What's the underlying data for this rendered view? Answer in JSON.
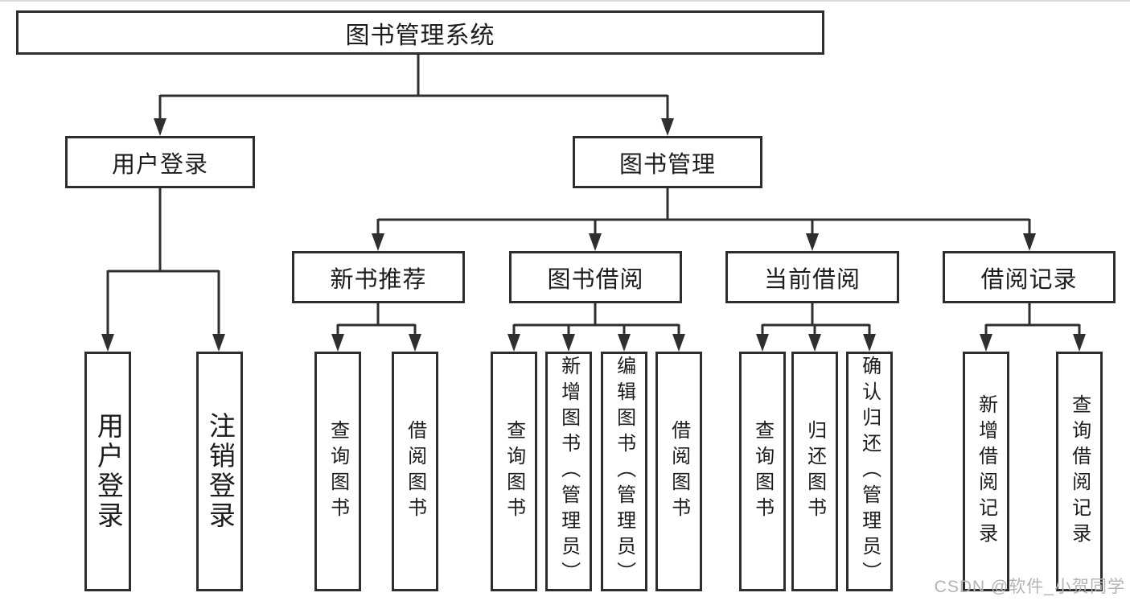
{
  "tree": {
    "root": "图书管理系统",
    "level2": [
      "用户登录",
      "图书管理"
    ],
    "level3": [
      "新书推荐",
      "图书借阅",
      "当前借阅",
      "借阅记录"
    ],
    "user_login_children": [
      "用户登录",
      "注销登录"
    ],
    "new_book_children": [
      "查询图书",
      "借阅图书"
    ],
    "book_borrow_children": [
      "查询图书",
      "新增图书（管理员）",
      "编辑图书（管理员）",
      "借阅图书"
    ],
    "current_borrow_children": [
      "查询图书",
      "归还图书",
      "确认归还（管理员）"
    ],
    "borrow_record_children": [
      "新增借阅记录",
      "查询借阅记录"
    ]
  },
  "watermark": "CSDN @软件_小贺同学",
  "colors": {
    "line": "#2f2f2f",
    "border": "#2d2d2d",
    "text": "#1c1c1c",
    "watermark": "#b4b4b4",
    "background": "#ffffff"
  }
}
